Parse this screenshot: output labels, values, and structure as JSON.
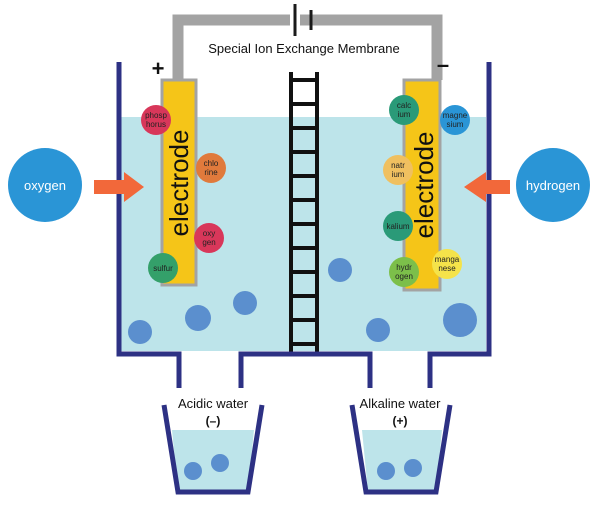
{
  "membrane_label": "Special Ion Exchange Membrane",
  "polarity": {
    "positive": "+",
    "negative": "–"
  },
  "left_electrode_label": "electrode",
  "right_electrode_label": "electrode",
  "left_gas": "oxygen",
  "right_gas": "hydrogen",
  "acidic_label": "Acidic water",
  "acidic_sign": "(–)",
  "alkaline_label": "Alkaline water",
  "alkaline_sign": "(+)",
  "ions": {
    "phosphorus": [
      "phosp",
      "horus"
    ],
    "chlorine": [
      "chlo",
      "rine"
    ],
    "oxygen": [
      "oxy",
      "gen"
    ],
    "sulfur": [
      "sulfur"
    ],
    "calcium": [
      "calc",
      "ium"
    ],
    "magnesium": [
      "magne",
      "sium"
    ],
    "natrium": [
      "natr",
      "ium"
    ],
    "kalium": [
      "kalium"
    ],
    "hydrogen": [
      "hydr",
      "ogen"
    ],
    "manganese": [
      "manga",
      "nese"
    ]
  },
  "colors": {
    "water": "#bde4ea",
    "tank": "#2d3184",
    "electrode": "#f5c518",
    "bubble": "#5b8fce",
    "gas_circle": "#2a95d6",
    "arrow": "#f2683a",
    "wire": "#a3a3a3"
  }
}
